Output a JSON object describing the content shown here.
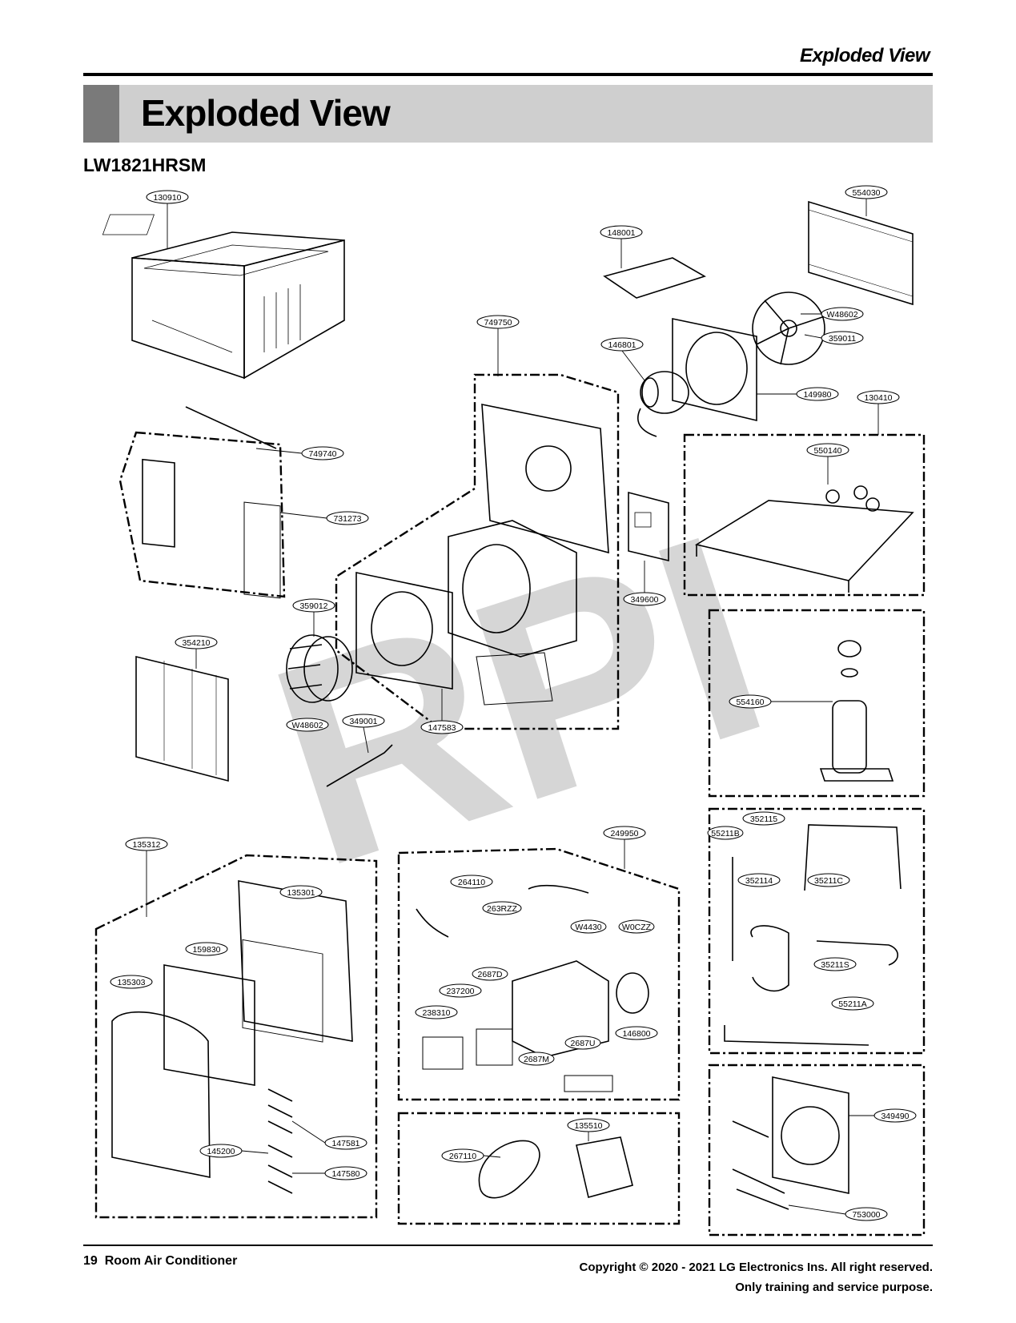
{
  "header": {
    "section": "Exploded View"
  },
  "banner": {
    "title": "Exploded View"
  },
  "model": "LW1821HRSM",
  "watermark": "RPI",
  "parts": [
    "130910",
    "554030",
    "148001",
    "W48602",
    "359011",
    "749750",
    "146801",
    "149980",
    "130410",
    "749740",
    "550140",
    "731273",
    "349600",
    "359012",
    "354210",
    "554160",
    "W48602",
    "349001",
    "147583",
    "352115",
    "55211B",
    "352114",
    "35211C",
    "35211S",
    "55211A",
    "135312",
    "249950",
    "264110",
    "263RZZ",
    "W4430",
    "W0CZZ",
    "135301",
    "159830",
    "2687D",
    "237200",
    "135303",
    "238310",
    "146800",
    "2687U",
    "2687M",
    "349490",
    "135510",
    "267110",
    "145200",
    "147581",
    "147580",
    "753000"
  ],
  "footer": {
    "page": "19",
    "product": "Room Air Conditioner",
    "copyright": "Copyright © 2020 - 2021 LG Electronics Ins. All right reserved.",
    "notice": "Only training and service purpose."
  }
}
